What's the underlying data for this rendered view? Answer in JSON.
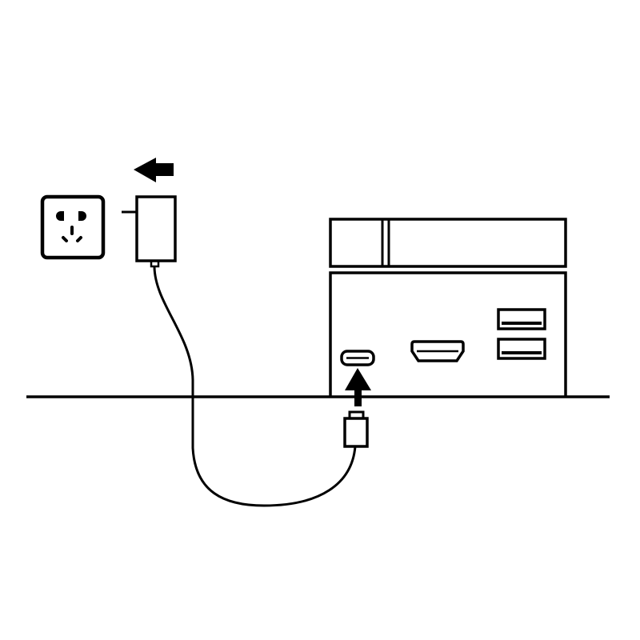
{
  "diagram": {
    "description_elements": [
      "wall-outlet",
      "power-adapter",
      "unplug-arrow",
      "cable",
      "mini-pc",
      "usb-c-port",
      "hdmi-port",
      "usb-a-ports",
      "plug-in-arrow",
      "usb-c-plug",
      "surface-line"
    ],
    "colors": {
      "stroke": "#000000",
      "background": "#ffffff"
    }
  }
}
